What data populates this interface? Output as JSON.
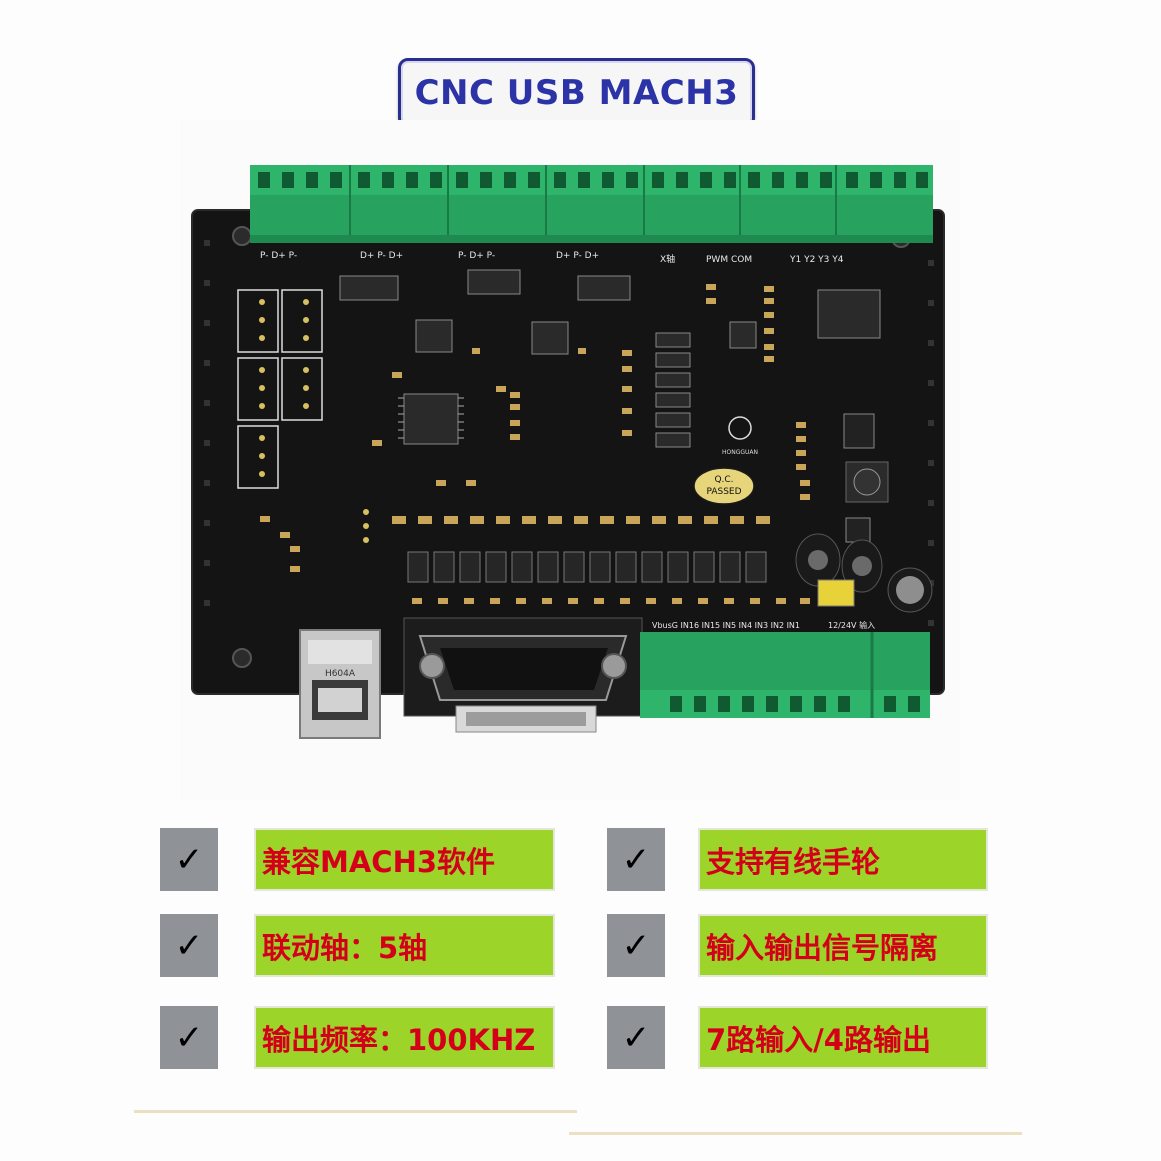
{
  "title": "CNC USB MACH3",
  "board": {
    "usb_connector_label": "H604A",
    "qc_stamp": [
      "Q.C.",
      "PASSED"
    ],
    "brand": "HONGGUAN"
  },
  "features": [
    {
      "check": "✓",
      "text": "兼容MACH3软件"
    },
    {
      "check": "✓",
      "text": "支持有线手轮"
    },
    {
      "check": "✓",
      "text": "联动轴：5轴"
    },
    {
      "check": "✓",
      "text": "输入输出信号隔离"
    },
    {
      "check": "✓",
      "text": "输出频率：100KHZ"
    },
    {
      "check": "✓",
      "text": "7路输入/4路输出"
    }
  ],
  "colors": {
    "title_border": "#2a2f8f",
    "title_text": "#2b33a6",
    "feature_bg": "#9dd429",
    "feature_text": "#d4001a",
    "check_bg": "#8f9297",
    "pcb": "#151515",
    "terminal": "#27a35f"
  }
}
